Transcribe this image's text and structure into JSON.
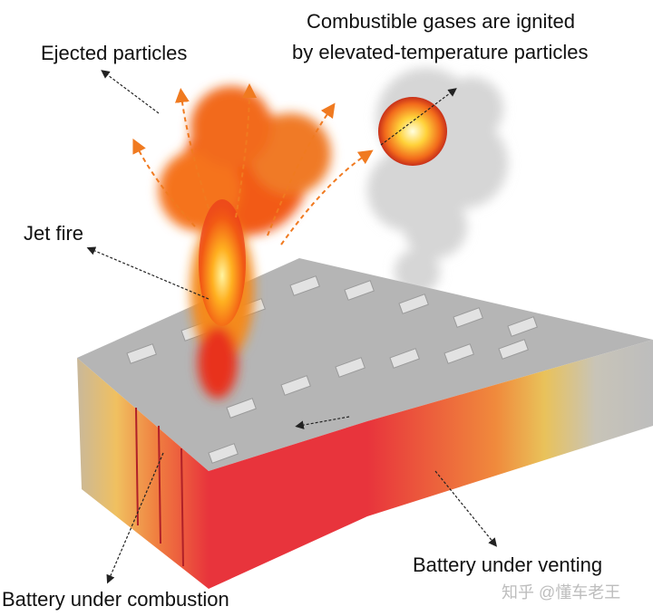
{
  "labels": {
    "ejected_particles": "Ejected particles",
    "combustible_line1": "Combustible gases are ignited",
    "combustible_line2": "by elevated-temperature particles",
    "jet_fire": "Jet fire",
    "battery_venting": "Battery under venting",
    "battery_combustion": "Battery under combustion"
  },
  "watermark": "知乎 @懂车老王",
  "colors": {
    "cell_red": "#e8343c",
    "cell_top": "#b9b9b9",
    "fire_orange": "#f26a1b",
    "fire_yellow": "#ffd23a",
    "smoke": "#d6d6d6"
  }
}
